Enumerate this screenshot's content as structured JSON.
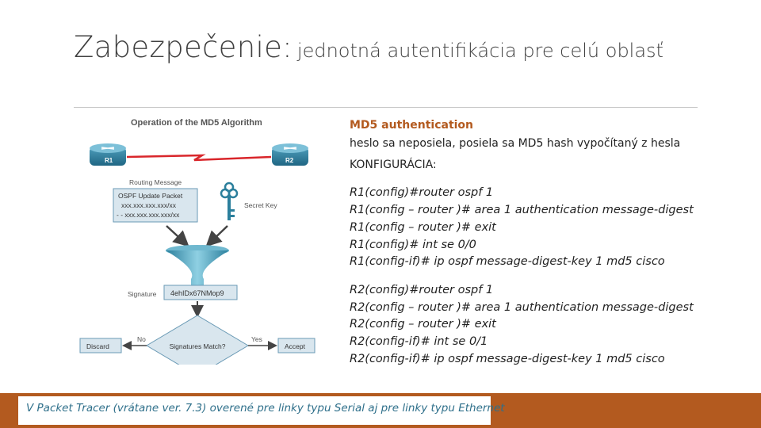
{
  "title": {
    "main": "Zabezpečenie:",
    "sub": "jednotná autentifikácia pre celú oblasť"
  },
  "diagram": {
    "heading": "Operation of the MD5 Algorithm",
    "router1": "R1",
    "router2": "R2",
    "routing_message_label": "Routing Message",
    "packet_lines": [
      "OSPF Update Packet",
      "xxx.xxx.xxx.xxx/xx",
      "- - xxx.xxx.xxx.xxx/xx"
    ],
    "secret_key_label": "Secret Key",
    "signature_label": "Signature",
    "signature_value": "4ehIDx67NMop9",
    "decision_label": "Signatures Match?",
    "no_label": "No",
    "yes_label": "Yes",
    "discard_label": "Discard",
    "accept_label": "Accept"
  },
  "text": {
    "md5_heading": "MD5 authentication",
    "md5_desc": "heslo sa neposiela, posiela sa MD5 hash vypočítaný z hesla",
    "config_heading": "KONFIGURÁCIA:",
    "r1_commands": [
      "R1(config)#router ospf 1",
      "R1(config – router )# area 1 authentication message-digest",
      "R1(config – router )# exit",
      "R1(config)# int se 0/0",
      "R1(config-if)# ip ospf message-digest-key 1 md5 cisco"
    ],
    "r2_commands": [
      "R2(config)#router ospf 1",
      "R2(config – router )# area 1 authentication message-digest",
      "R2(config – router )# exit",
      "R2(config-if)# int se 0/1",
      "R2(config-if)# ip ospf message-digest-key 1 md5 cisco"
    ]
  },
  "footer": {
    "note": "V Packet Tracer (vrátane ver. 7.3) overené pre linky typu Serial aj pre linky typu Ethernet"
  },
  "colors": {
    "accent": "#b35a1f",
    "router": "#2e7d9a",
    "diagram_box": "#d9e6ee",
    "diagram_border": "#6a9ab5",
    "footer_text": "#2e6f8a"
  }
}
